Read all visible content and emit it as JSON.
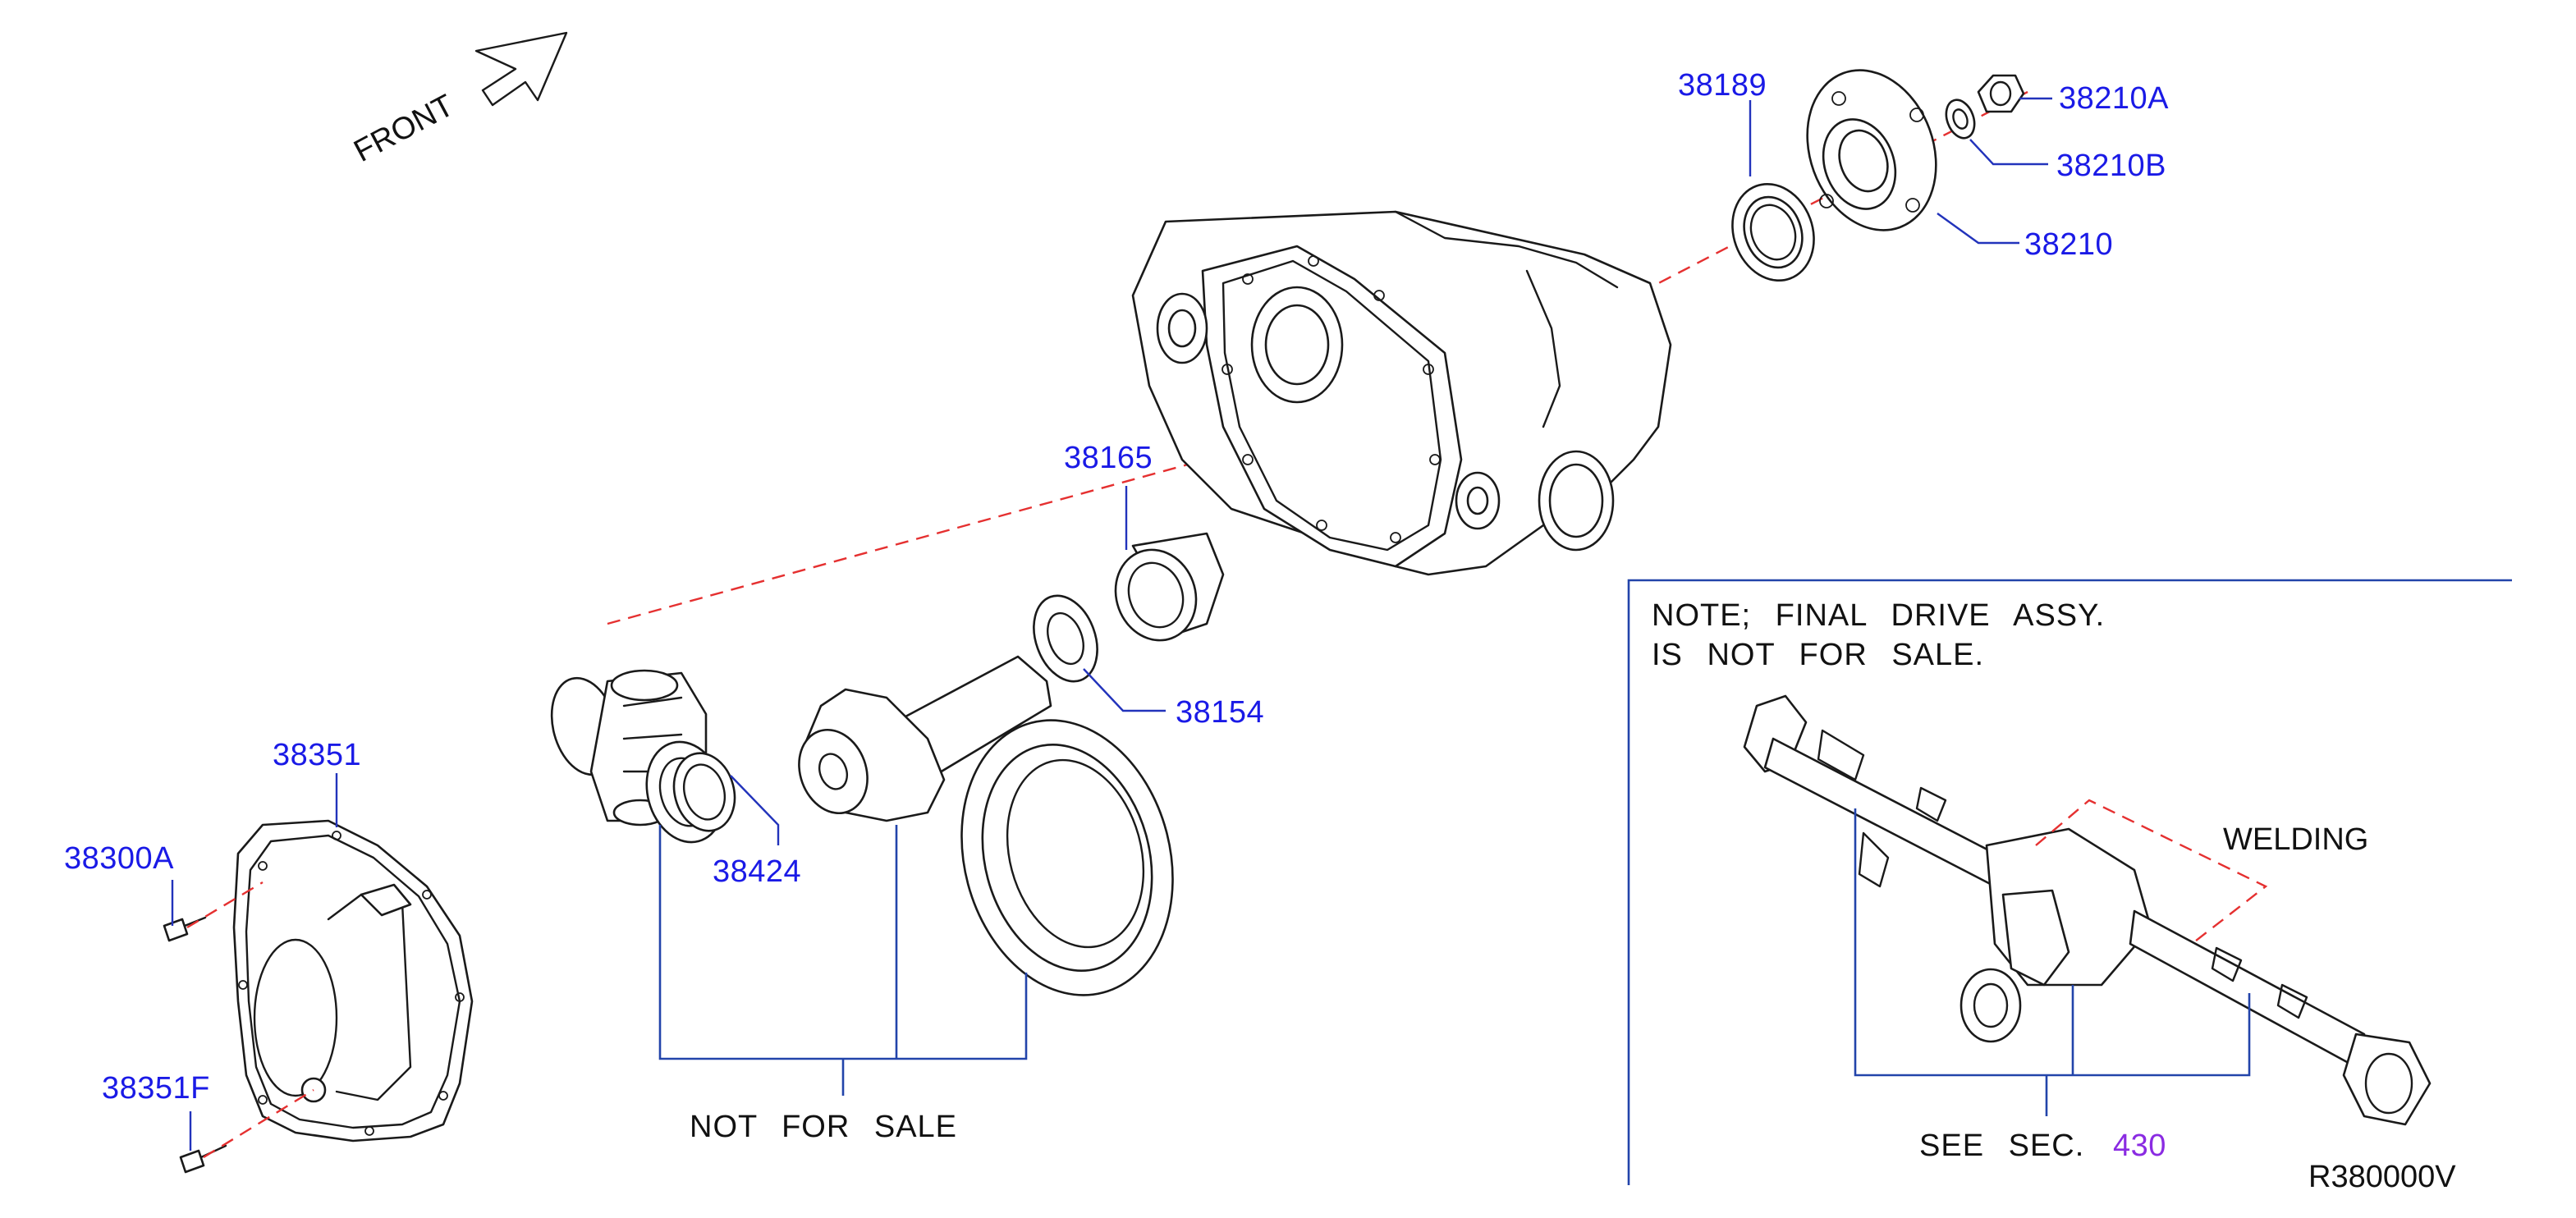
{
  "direction_label": "FRONT",
  "parts": {
    "p38189": "38189",
    "p38210A": "38210A",
    "p38210B": "38210B",
    "p38210": "38210",
    "p38165": "38165",
    "p38154": "38154",
    "p38424": "38424",
    "p38351": "38351",
    "p38300A": "38300A",
    "p38351F": "38351F"
  },
  "not_for_sale": "NOT FOR SALE",
  "note": {
    "line1": "NOTE; FINAL DRIVE ASSY.",
    "line2": "IS NOT FOR SALE."
  },
  "welding_label": "WELDING",
  "see_sec": {
    "prefix": "SEE SEC.",
    "link": "430"
  },
  "diagram_code": "R380000V",
  "colors": {
    "part_number": "#1a1ae6",
    "section_link": "#8a2be2",
    "leader": "#2244aa",
    "center_axis": "#e53030",
    "outline": "#1a1a1a"
  }
}
